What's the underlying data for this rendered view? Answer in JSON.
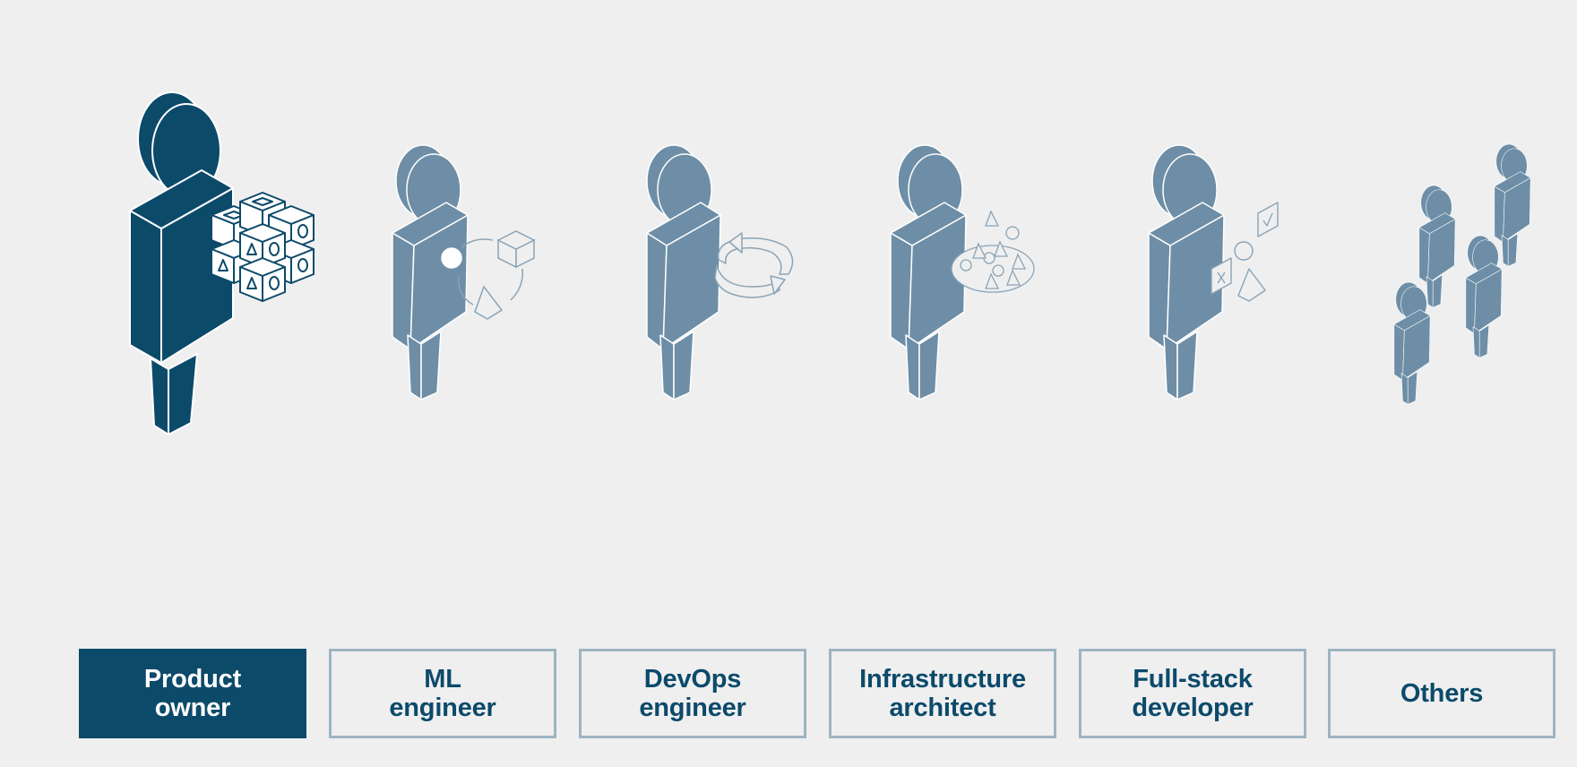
{
  "colors": {
    "active_figure": "#0c4a6a",
    "inactive_figure": "#6d8ea6",
    "tab_border": "#9eb4c2",
    "tab_text": "#0c4a6a",
    "background": "#efeff0"
  },
  "roles": [
    {
      "label": "Product\nowner",
      "active": true,
      "icon": "blocks-cube-icon"
    },
    {
      "label": "ML\nengineer",
      "active": false,
      "icon": "ml-cycle-icon"
    },
    {
      "label": "DevOps\nengineer",
      "active": false,
      "icon": "refresh-cycle-icon"
    },
    {
      "label": "Infrastructure\narchitect",
      "active": false,
      "icon": "platform-shapes-icon"
    },
    {
      "label": "Full-stack\ndeveloper",
      "active": false,
      "icon": "check-cross-icon"
    },
    {
      "label": "Others",
      "active": false,
      "icon": "group-people-icon"
    }
  ]
}
